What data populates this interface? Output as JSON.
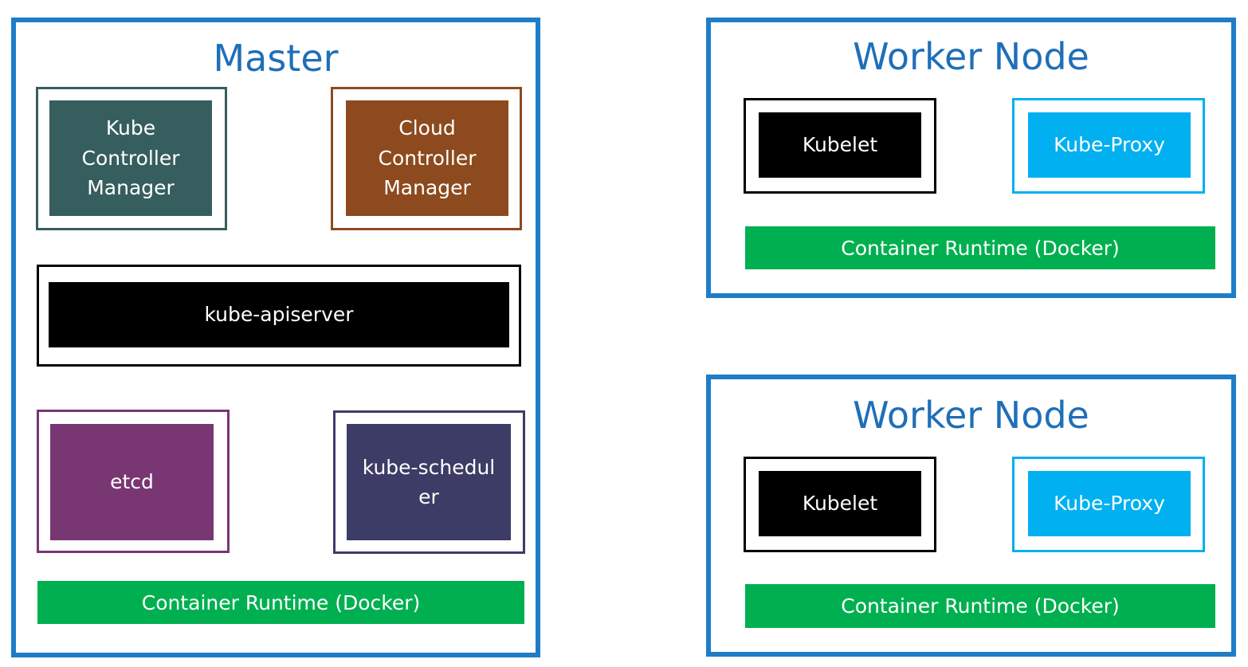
{
  "colors": {
    "node_border": "#1f7dc7",
    "title": "#1f6fb8",
    "kube_controller_manager": "#365e5e",
    "cloud_controller_manager": "#8d4a1e",
    "kube_apiserver": "#000000",
    "etcd": "#783673",
    "kube_scheduler": "#3d3c66",
    "kubelet": "#000000",
    "kube_proxy": "#00b0f0",
    "container_runtime": "#00b050"
  },
  "master": {
    "title": "Master",
    "kube_controller_manager": "Kube Controller Manager",
    "cloud_controller_manager": "Cloud Controller Manager",
    "kube_apiserver": "kube-apiserver",
    "etcd": "etcd",
    "kube_scheduler": "kube-schedul er",
    "container_runtime": "Container Runtime (Docker)"
  },
  "workers": [
    {
      "title": "Worker Node",
      "kubelet": "Kubelet",
      "kube_proxy": "Kube-Proxy",
      "container_runtime": "Container Runtime (Docker)"
    },
    {
      "title": "Worker Node",
      "kubelet": "Kubelet",
      "kube_proxy": "Kube-Proxy",
      "container_runtime": "Container Runtime (Docker)"
    }
  ]
}
